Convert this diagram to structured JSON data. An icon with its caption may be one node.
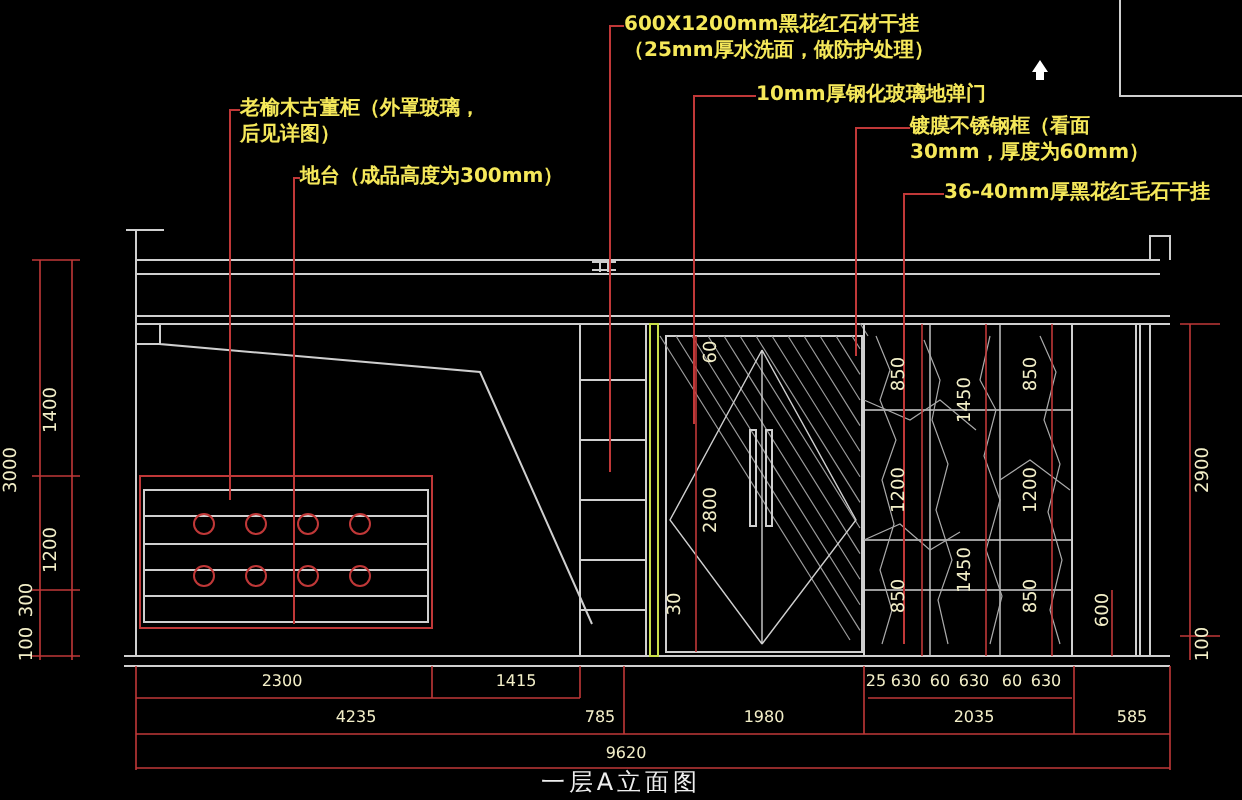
{
  "diagram": {
    "title": "一层A立面图",
    "nodes": [
      {
        "text": [
          "老榆木古董柜（外罩玻璃，后见详图）"
        ]
      },
      {
        "text": [
          "地台（成品高度为300mm）"
        ]
      },
      {
        "text": [
          "600X1200mm黑花红石材干挂（25mm厚水洗面，做防护处理）"
        ]
      },
      {
        "text": [
          "10mm厚钢化玻璃地弹门"
        ]
      },
      {
        "text": [
          "镀膜不锈钢框（看面30mm，厚度为60mm）"
        ]
      },
      {
        "text": [
          "36-40mm厚黑花红毛石干挂"
        ]
      }
    ],
    "edges": [
      {
        "from": 0,
        "to": null,
        "arrow": "none"
      },
      {
        "from": 1,
        "to": null,
        "arrow": "none"
      },
      {
        "from": 2,
        "to": null,
        "arrow": "none"
      },
      {
        "from": 3,
        "to": null,
        "arrow": "none"
      },
      {
        "from": 4,
        "to": null,
        "arrow": "none"
      },
      {
        "from": 5,
        "to": null,
        "arrow": "none"
      }
    ],
    "labels": [
      "3000",
      "1400",
      "1200",
      "300",
      "100",
      "60",
      "2800",
      "30",
      "850",
      "1200",
      "850",
      "1450",
      "1450",
      "850",
      "1200",
      "850",
      "600",
      "2900",
      "100",
      "2300",
      "1415",
      "25",
      "630",
      "60",
      "630",
      "60",
      "630",
      "4235",
      "785",
      "1980",
      "2035",
      "585",
      "9620"
    ]
  }
}
